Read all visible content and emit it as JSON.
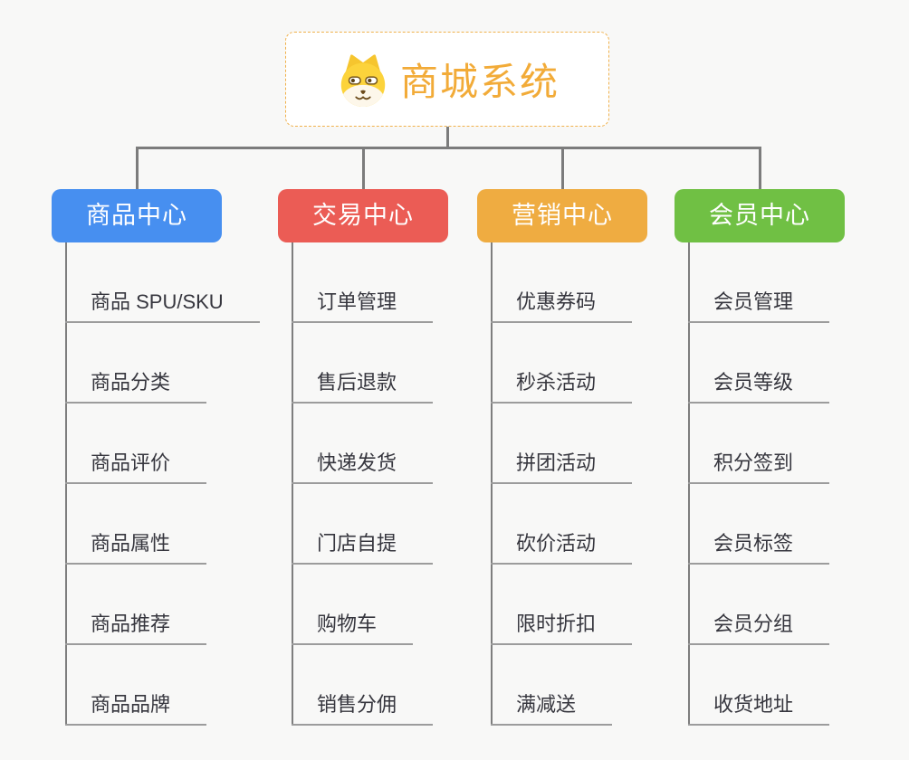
{
  "root": {
    "title": "商城系统",
    "title_color": "#f2ab38",
    "border_color": "#f0b14c",
    "icon": "dog-face-icon"
  },
  "connector_color": "#7c7c7c",
  "branches": [
    {
      "label": "商品中心",
      "color": "#478ff0",
      "items": [
        "商品 SPU/SKU",
        "商品分类",
        "商品评价",
        "商品属性",
        "商品推荐",
        "商品品牌"
      ]
    },
    {
      "label": "交易中心",
      "color": "#eb5c55",
      "items": [
        "订单管理",
        "售后退款",
        "快递发货",
        "门店自提",
        "购物车",
        "销售分佣"
      ]
    },
    {
      "label": "营销中心",
      "color": "#efac41",
      "items": [
        "优惠券码",
        "秒杀活动",
        "拼团活动",
        "砍价活动",
        "限时折扣",
        "满减送"
      ]
    },
    {
      "label": "会员中心",
      "color": "#70c044",
      "items": [
        "会员管理",
        "会员等级",
        "积分签到",
        "会员标签",
        "会员分组",
        "收货地址"
      ]
    }
  ]
}
